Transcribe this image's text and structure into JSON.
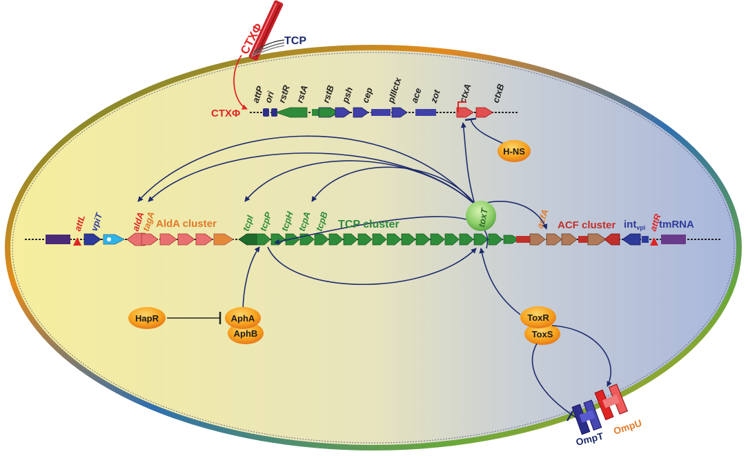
{
  "phage": {
    "name": "CTXΦ",
    "receptor": "TCP"
  },
  "ctx_genes": [
    {
      "label": "attP",
      "color": "#2d2d8a",
      "shape": "site"
    },
    {
      "label": "ori",
      "color": "#2d2d8a",
      "shape": "site"
    },
    {
      "label": "rstR",
      "color": "#2e8b3a",
      "shape": "arrow-left"
    },
    {
      "label": "rstA",
      "color": "#2e8b3a",
      "shape": "box"
    },
    {
      "label": "rstB",
      "color": "#2e8b3a",
      "shape": "arrow"
    },
    {
      "label": "psh",
      "color": "#4040a8",
      "shape": "arrow"
    },
    {
      "label": "cep",
      "color": "#4040a8",
      "shape": "arrow"
    },
    {
      "label": "pIIIctx",
      "color": "#4040a8",
      "shape": "box"
    },
    {
      "label": "ace",
      "color": "#4040a8",
      "shape": "arrow"
    },
    {
      "label": "zot",
      "color": "#4040a8",
      "shape": "box"
    },
    {
      "label": "ctxA",
      "color": "#e05050",
      "shape": "arrow"
    },
    {
      "label": "ctxB",
      "color": "#e05050",
      "shape": "arrow"
    }
  ],
  "regulators": {
    "hns": "H-NS",
    "toxt": "toxT",
    "hapr": "HapR",
    "apha": "AphA",
    "aphb": "AphB",
    "toxr": "ToxR",
    "toxs": "ToxS"
  },
  "island": {
    "attL": "attL",
    "vpiT": "vpiT",
    "aldA": "aldA",
    "tagA": "tagA",
    "aldA_cluster": "AldA cluster",
    "tcpI": "tcpI",
    "tcpP": "tcpP",
    "tcpH": "tcpH",
    "tcpA": "tcpA",
    "tcpB": "tcpB",
    "tcp_cluster": "TCP cluster",
    "acfA": "acfA",
    "acf_cluster": "ACF cluster",
    "int_main": "int",
    "int_sub": "vpi",
    "attR": "attR",
    "tmRNA": "tmRNA"
  },
  "porins": {
    "ompT": "OmpT",
    "ompU": "OmpU"
  },
  "colors": {
    "ctx_red": "#e02424",
    "receptor_navy": "#1c2a6b",
    "tcp_green": "#2e8b3a",
    "aldA_orange": "#e07a2a",
    "acf_red": "#c0302a",
    "int_blue": "#2d3a9a",
    "cell_left": "#f7ef9e",
    "cell_right": "#a9b8dd",
    "protein_orange": "#f4a01e"
  }
}
